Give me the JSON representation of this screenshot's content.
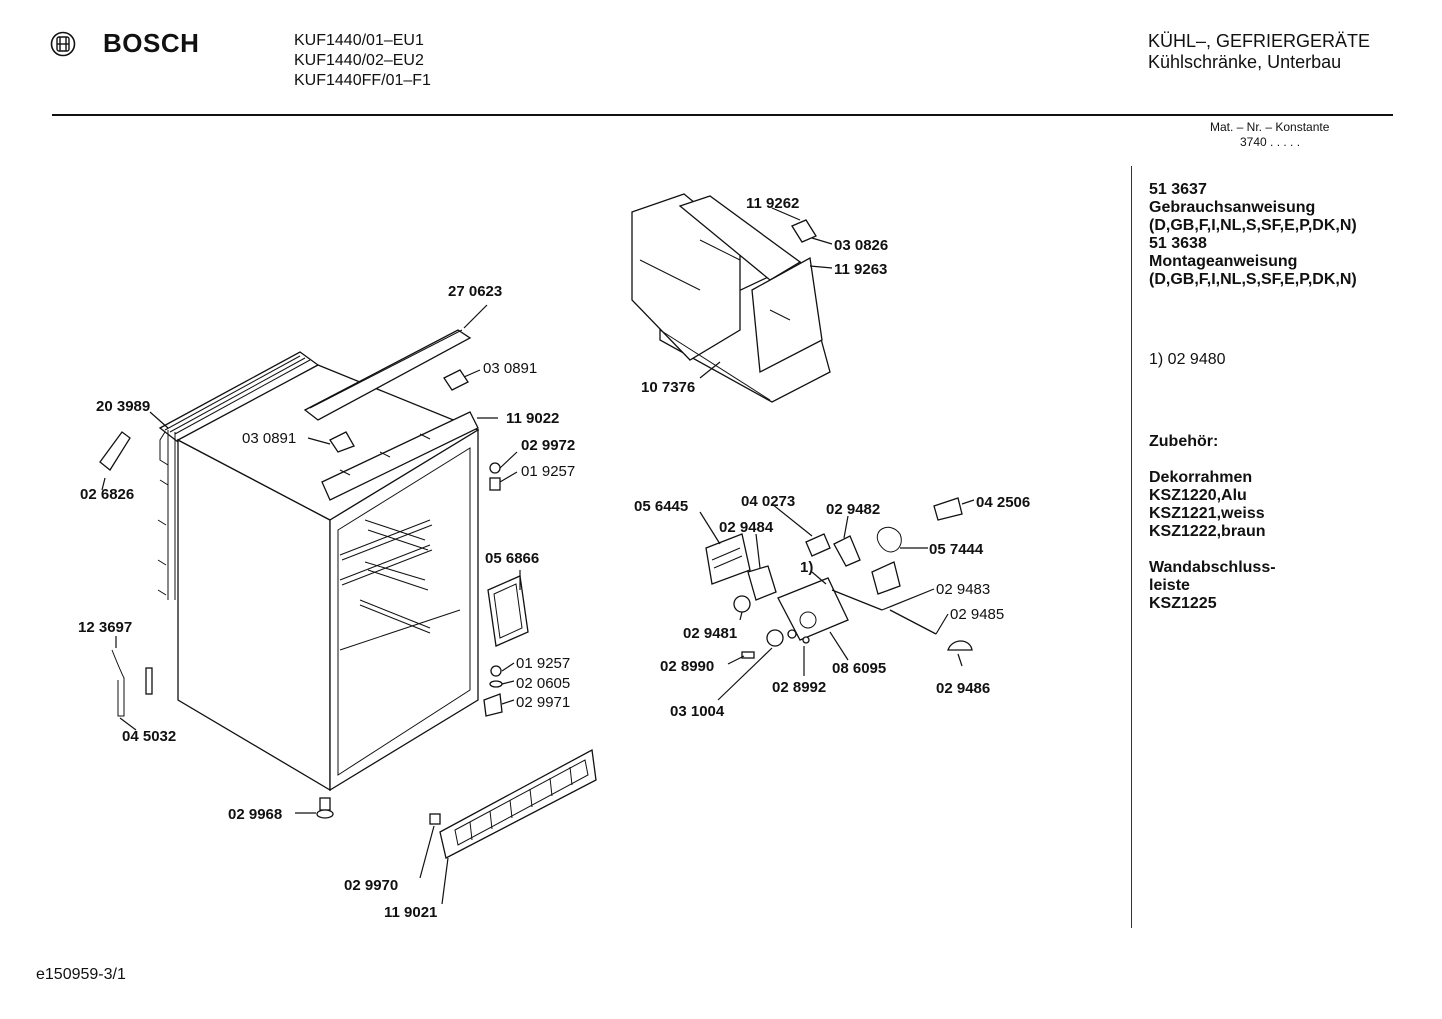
{
  "header": {
    "brand": "BOSCH",
    "models": [
      "KUF1440/01–EU1",
      "KUF1440/02–EU2",
      "KUF1440FF/01–F1"
    ],
    "category_line1": "KÜHL–, GEFRIERGERÄTE",
    "category_line2": "Kühlschränke, Unterbau",
    "konstante_label": "Mat. – Nr. – Konstante",
    "konstante_value": "3740 .  .  .  .  ."
  },
  "sidebar": {
    "doc1_num": "51 3637",
    "doc1_title": "Gebrauchsanweisung",
    "doc1_langs": "(D,GB,F,I,NL,S,SF,E,P,DK,N)",
    "doc2_num": "51 3638",
    "doc2_title": "Montageanweisung",
    "doc2_langs": "(D,GB,F,I,NL,S,SF,E,P,DK,N)",
    "note": "1)  02 9480",
    "zubehoer": "Zubehör:",
    "acc1_title": "Dekorrahmen",
    "acc1_a": "KSZ1220,Alu",
    "acc1_b": "KSZ1221,weiss",
    "acc1_c": "KSZ1222,braun",
    "acc2_title_a": "Wandabschluss-",
    "acc2_title_b": "leiste",
    "acc2_code": "KSZ1225"
  },
  "footer": {
    "ref": "e150959-3/1"
  },
  "parts": {
    "p270623": "27 0623",
    "p030891a": "03 0891",
    "p203989": "20 3989",
    "p119022": "11 9022",
    "p030891b": "03 0891",
    "p029972": "02 9972",
    "p019257a": "01 9257",
    "p026826": "02 6826",
    "p056866": "05 6866",
    "p123697": "12 3697",
    "p019257b": "01 9257",
    "p020605": "02 0605",
    "p029971": "02 9971",
    "p045032": "04 5032",
    "p029968": "02 9968",
    "p029970": "02 9970",
    "p119021": "11 9021",
    "p119262": "11 9262",
    "p030826": "03 0826",
    "p119263": "11 9263",
    "p107376": "10 7376",
    "p056445": "05 6445",
    "p040273": "04 0273",
    "p029482": "02 9482",
    "p042506": "04 2506",
    "p029484": "02 9484",
    "p057444": "05 7444",
    "p_note1": "1)",
    "p029483": "02 9483",
    "p029485": "02 9485",
    "p029481": "02 9481",
    "p028990": "02 8990",
    "p086095": "08 6095",
    "p028992": "02 8992",
    "p029486": "02 9486",
    "p031004": "03 1004"
  }
}
